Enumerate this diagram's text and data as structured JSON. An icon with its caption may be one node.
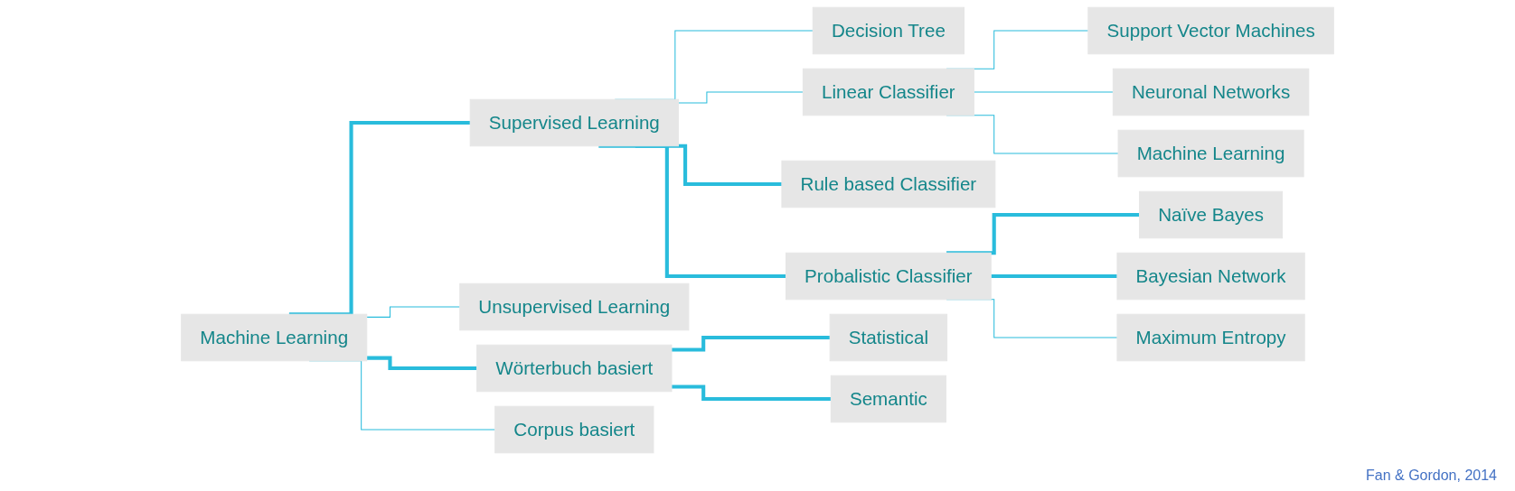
{
  "diagram": {
    "nodes": [
      {
        "text": [
          "Machine Learning"
        ]
      },
      {
        "text": [
          "Supervised Learning"
        ]
      },
      {
        "text": [
          "Unsupervised Learning"
        ]
      },
      {
        "text": [
          "Wörterbuch basiert"
        ]
      },
      {
        "text": [
          "Corpus basiert"
        ]
      },
      {
        "text": [
          "Decision Tree"
        ]
      },
      {
        "text": [
          "Linear Classifier"
        ]
      },
      {
        "text": [
          "Rule based Classifier"
        ]
      },
      {
        "text": [
          "Probalistic Classifier"
        ]
      },
      {
        "text": [
          "Statistical"
        ]
      },
      {
        "text": [
          "Semantic"
        ]
      },
      {
        "text": [
          "Support Vector Machines"
        ]
      },
      {
        "text": [
          "Neuronal Networks"
        ]
      },
      {
        "text": [
          "Machine Learning"
        ]
      },
      {
        "text": [
          "Naïve Bayes"
        ]
      },
      {
        "text": [
          "Bayesian Network"
        ]
      },
      {
        "text": [
          "Maximum Entropy"
        ]
      }
    ],
    "edges": [
      {
        "from": 0,
        "to": 1,
        "arrow": "none",
        "style": "thick"
      },
      {
        "from": 0,
        "to": 2,
        "arrow": "none"
      },
      {
        "from": 0,
        "to": 3,
        "arrow": "none",
        "style": "thick"
      },
      {
        "from": 0,
        "to": 4,
        "arrow": "none"
      },
      {
        "from": 1,
        "to": 5,
        "arrow": "none"
      },
      {
        "from": 1,
        "to": 6,
        "arrow": "none"
      },
      {
        "from": 1,
        "to": 7,
        "arrow": "none",
        "style": "thick"
      },
      {
        "from": 1,
        "to": 8,
        "arrow": "none",
        "style": "thick"
      },
      {
        "from": 3,
        "to": 9,
        "arrow": "none",
        "style": "thick"
      },
      {
        "from": 3,
        "to": 10,
        "arrow": "none",
        "style": "thick"
      },
      {
        "from": 6,
        "to": 11,
        "arrow": "none"
      },
      {
        "from": 6,
        "to": 12,
        "arrow": "none"
      },
      {
        "from": 6,
        "to": 13,
        "arrow": "none"
      },
      {
        "from": 8,
        "to": 14,
        "arrow": "none",
        "style": "thick"
      },
      {
        "from": 8,
        "to": 15,
        "arrow": "none",
        "style": "thick"
      },
      {
        "from": 8,
        "to": 16,
        "arrow": "none"
      }
    ],
    "labels": [
      "Fan & Gordon, 2014"
    ]
  }
}
